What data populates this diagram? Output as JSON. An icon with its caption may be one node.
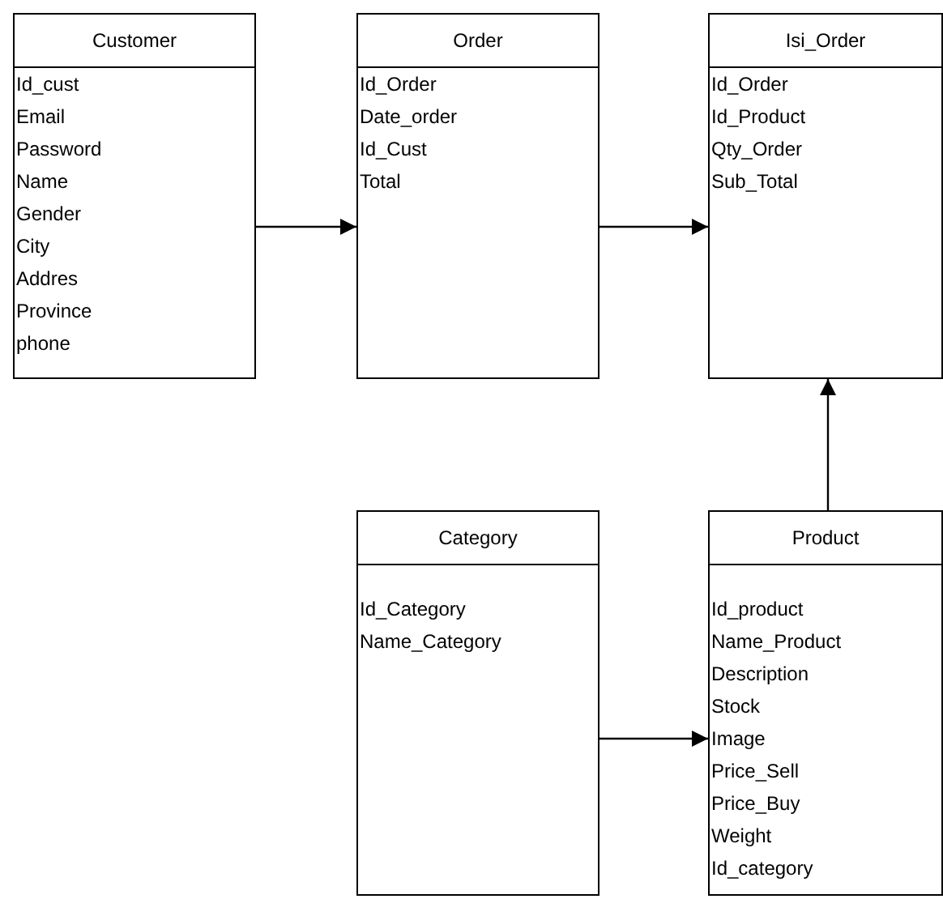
{
  "diagram": {
    "nodes": [
      {
        "text": [
          "Customer",
          "Id_cust",
          "Email",
          "Password",
          "Name",
          "Gender",
          "City",
          "Addres",
          "Province",
          "phone"
        ]
      },
      {
        "text": [
          "Order",
          "Id_Order",
          "Date_order",
          "Id_Cust",
          "Total"
        ]
      },
      {
        "text": [
          "Isi_Order",
          "Id_Order",
          "Id_Product",
          "Qty_Order",
          "Sub_Total"
        ]
      },
      {
        "text": [
          "Category",
          "Id_Category",
          "Name_Category"
        ]
      },
      {
        "text": [
          "Product",
          "Id_product",
          "Name_Product",
          "Description",
          "Stock",
          "Image",
          "Price_Sell",
          "Price_Buy",
          "Weight",
          "Id_category"
        ]
      }
    ],
    "edges": [
      {
        "from": 0,
        "to": 1,
        "arrow": "to"
      },
      {
        "from": 1,
        "to": 2,
        "arrow": "to"
      },
      {
        "from": 4,
        "to": 2,
        "arrow": "to"
      },
      {
        "from": 3,
        "to": 4,
        "arrow": "to"
      }
    ]
  }
}
